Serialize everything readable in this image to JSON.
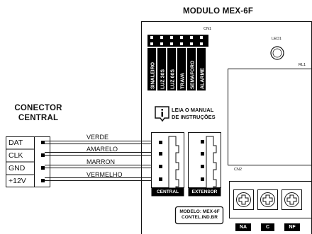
{
  "module_title": "MODULO MEX-6F",
  "connector_title_line1": "CONECTOR",
  "connector_title_line2": "CENTRAL",
  "cn1_label": "CN1",
  "cn2_label": "CN2",
  "led_label": "LED1",
  "relay_label": "RL1",
  "cn1_pins": [
    "SINALEIRO",
    "LUZ 30S",
    "LUZ 60S",
    "TRAVA",
    "SEMAFORO",
    "ALARME"
  ],
  "manual_note_line1": "LEIA O MANUAL",
  "manual_note_line2": "DE INSTRUÇÕES",
  "connector_pins": [
    "DAT",
    "CLK",
    "GND",
    "+12V"
  ],
  "wires": [
    "VERDE",
    "AMARELO",
    "MARRON",
    "VERMELHO"
  ],
  "central_label": "CENTRAL",
  "extensor_label": "EXTENSOR",
  "model_line1": "MODELO: MEX-6F",
  "model_line2": "CONTEL.IND.BR",
  "terminals": [
    "NA",
    "C",
    "NF"
  ],
  "colors": {
    "line": "#111111",
    "pad": "#000000",
    "board": "#ffffff"
  }
}
